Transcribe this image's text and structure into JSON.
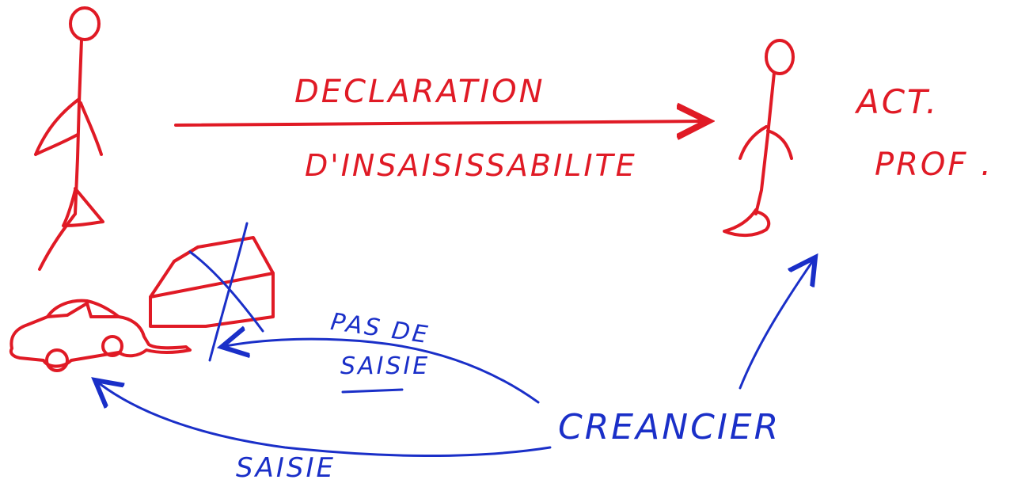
{
  "labels": {
    "declaration": "DECLARATION",
    "insaisissabilite": "D'INSAISISSABILITE",
    "act": "ACT.",
    "prof": "PROF .",
    "pas_de": "PAS  DE",
    "saisie_small": "SAISIE",
    "creancier": "CREANCIER",
    "saisie": "SAISIE"
  },
  "colors": {
    "red": "#e01a25",
    "blue": "#1a2fc8",
    "background": "#ffffff"
  }
}
